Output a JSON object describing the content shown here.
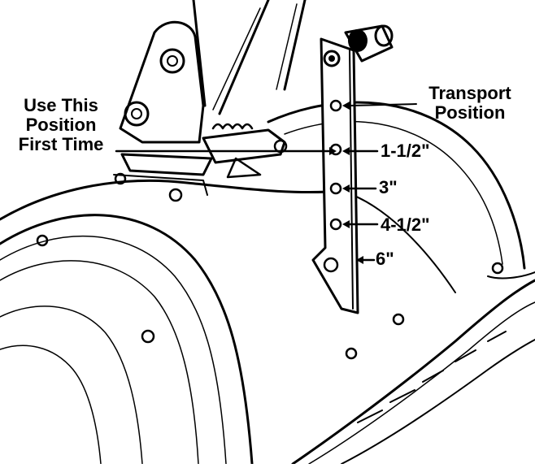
{
  "diagram": {
    "left_label": [
      "Use This",
      "Position",
      "First Time"
    ],
    "transport_label": [
      "Transport",
      "Position"
    ],
    "depth_labels": [
      "1-1/2\"",
      "3\"",
      "4-1/2\"",
      "6\""
    ]
  }
}
